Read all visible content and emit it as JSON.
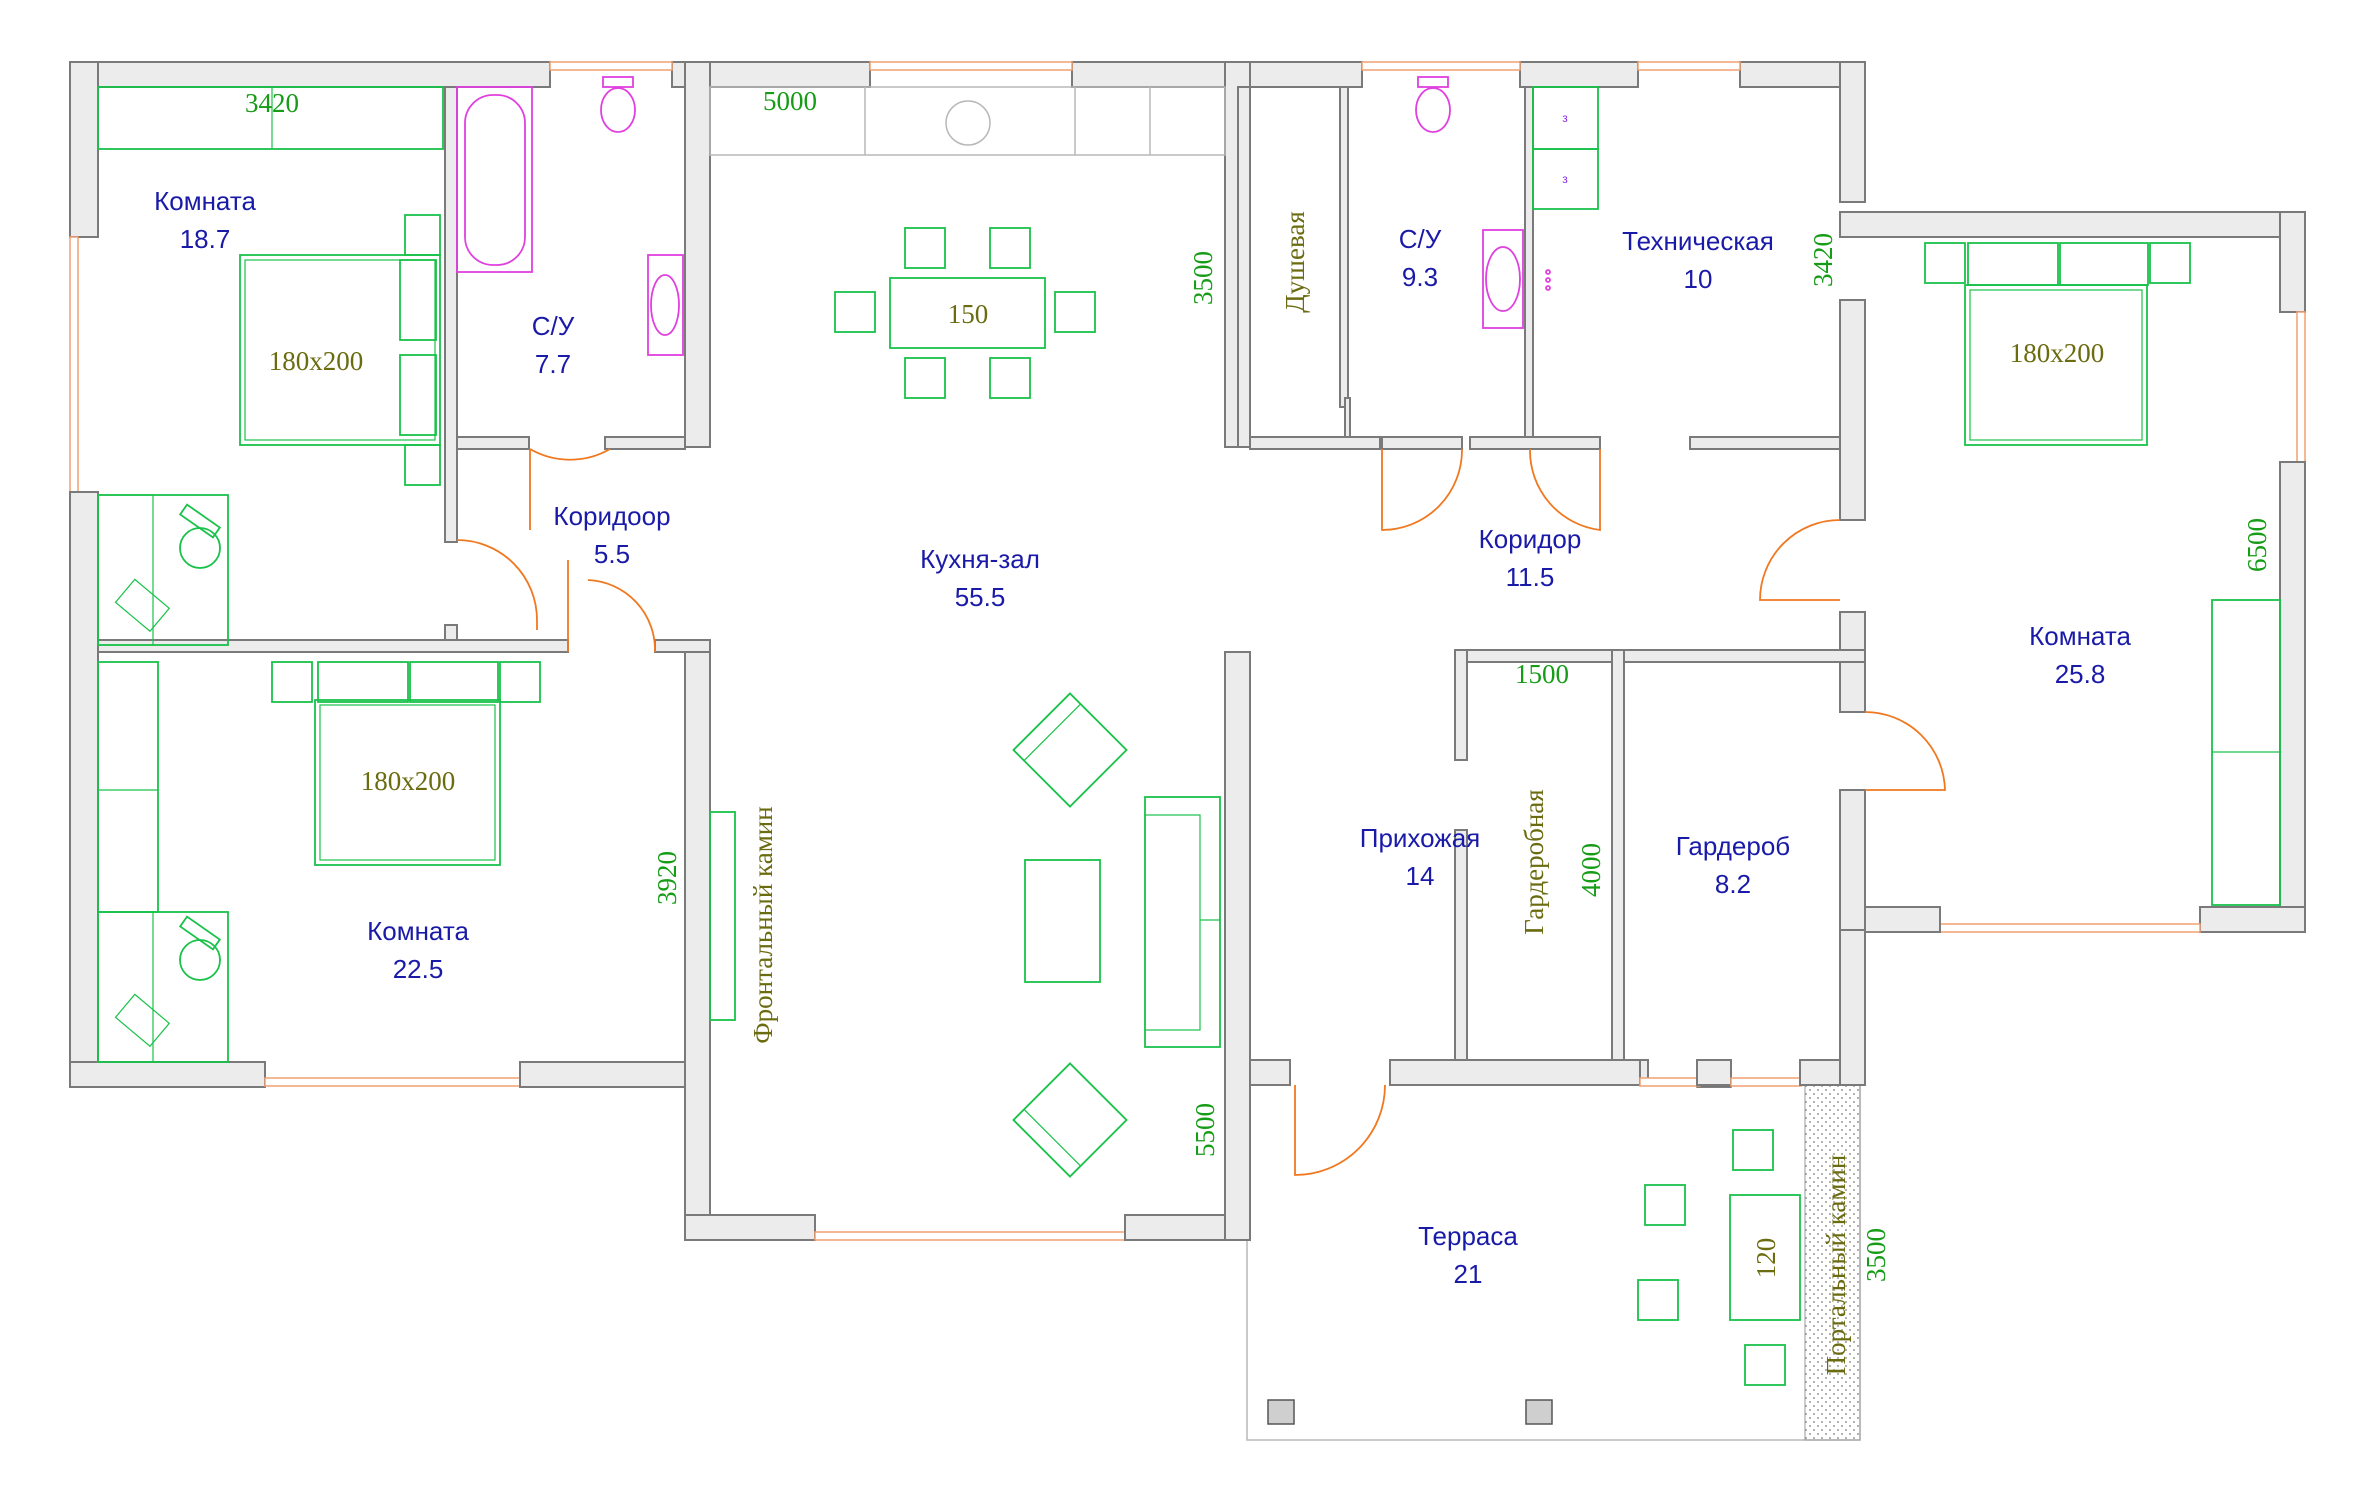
{
  "colors": {
    "room_text": "#1a1aa8",
    "dimension_text": "#169c16",
    "furniture_text": "#6b6b10",
    "furniture": "#19c24a",
    "plumbing": "#e040e0",
    "door": "#f07820",
    "wall": "#ececec"
  },
  "rooms": {
    "room_nw": {
      "name": "Комната",
      "area": "18.7"
    },
    "bath_west": {
      "name": "С/У",
      "area": "7.7"
    },
    "corridor_west": {
      "name": "Коридоор",
      "area": "5.5"
    },
    "room_sw": {
      "name": "Комната",
      "area": "22.5"
    },
    "kitchen_hall": {
      "name": "Кухня-зал",
      "area": "55.5"
    },
    "shower": {
      "name": "Душевая"
    },
    "bath_east": {
      "name": "С/У",
      "area": "9.3"
    },
    "technical": {
      "name": "Техническая",
      "area": "10"
    },
    "corridor_east": {
      "name": "Коридор",
      "area": "11.5"
    },
    "hallway": {
      "name": "Прихожая",
      "area": "14"
    },
    "dressing_niche": {
      "name": "Гардеробная"
    },
    "wardrobe": {
      "name": "Гардероб",
      "area": "8.2"
    },
    "room_east": {
      "name": "Комната",
      "area": "25.8"
    },
    "terrace": {
      "name": "Терраса",
      "area": "21"
    }
  },
  "dimensions": {
    "d3420_top": "3420",
    "d5000": "5000",
    "d3500_kitchen": "3500",
    "d3420_right": "3420",
    "d6500": "6500",
    "d1500": "1500",
    "d4000": "4000",
    "d3920": "3920",
    "d5500": "5500",
    "d3500_terrace": "3500"
  },
  "furniture": {
    "bed_nw": "180x200",
    "bed_sw": "180x200",
    "bed_east": "180x200",
    "dining_table": "150",
    "terrace_table": "120",
    "front_fireplace": "Фронтальный камин",
    "portal_fireplace": "Портальный камин"
  },
  "icons": [
    "toilet-icon",
    "bathtub-icon",
    "sink-icon",
    "armchair-icon",
    "sofa-icon",
    "office-chair-icon",
    "washing-machine-icon",
    "door-swing-icon"
  ]
}
